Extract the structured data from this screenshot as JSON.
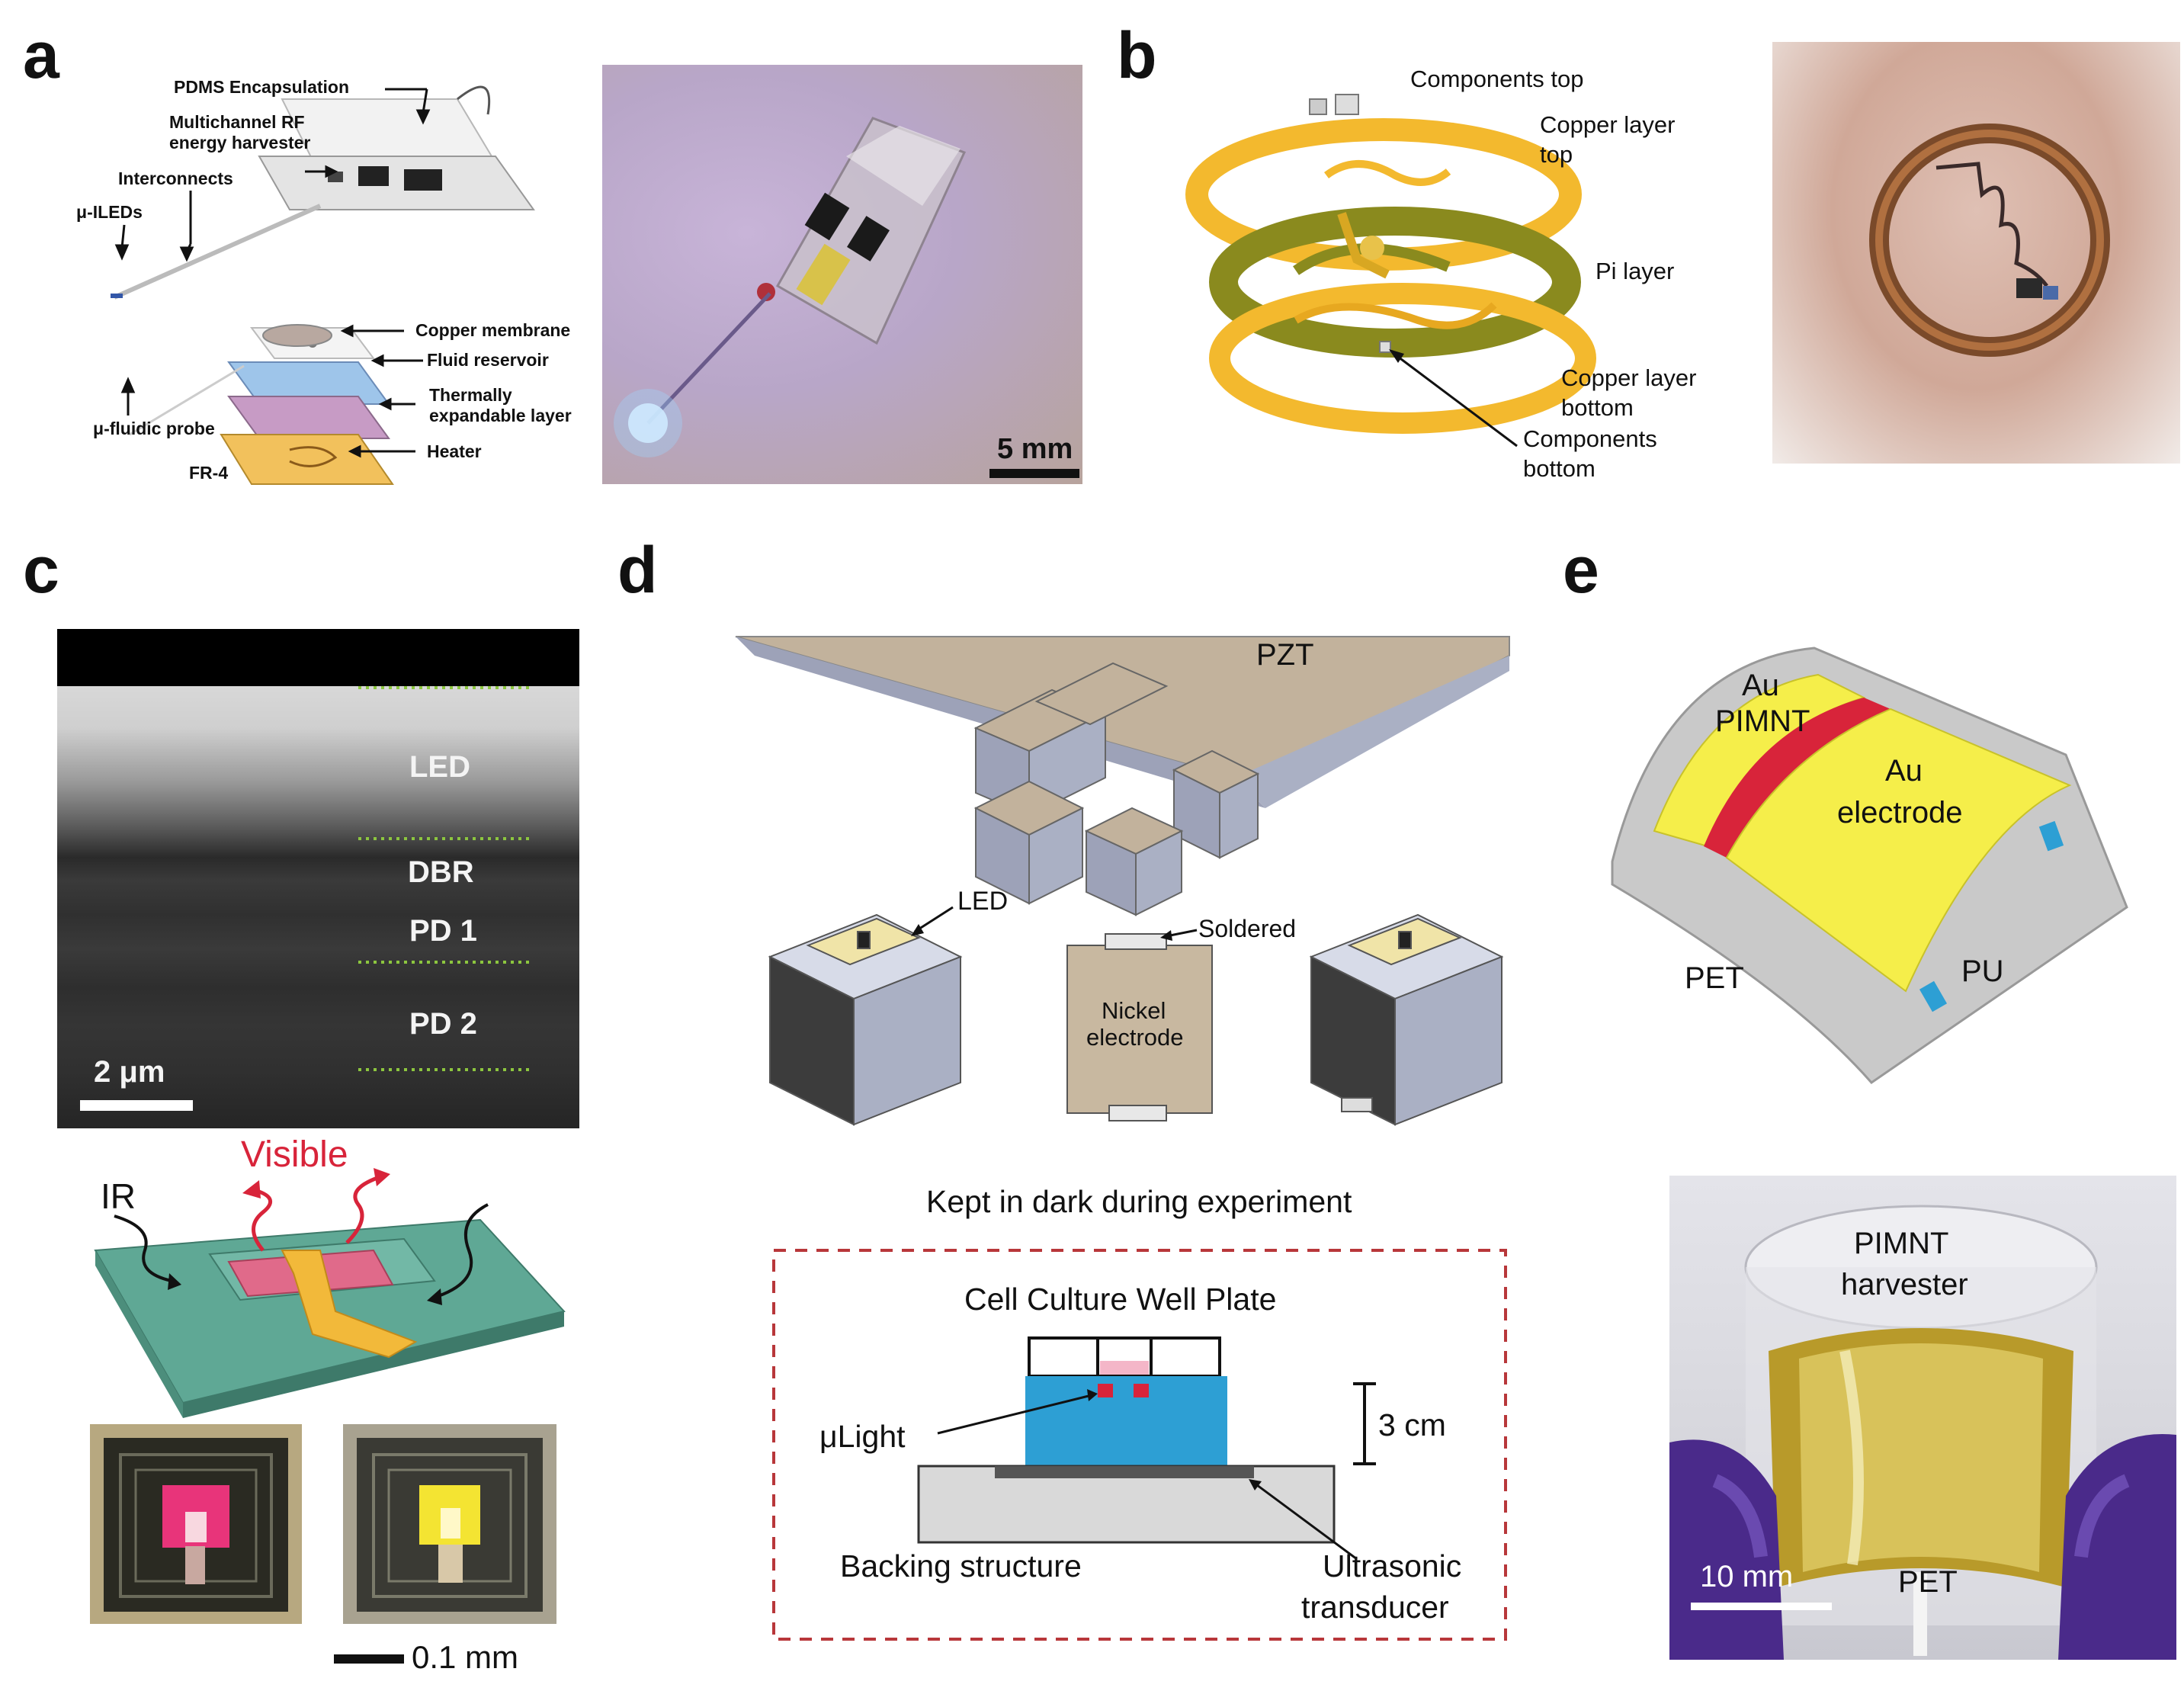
{
  "panels": {
    "a": {
      "label": "a",
      "labels": {
        "pdms": "PDMS Encapsulation",
        "harvester_1": "Multichannel RF",
        "harvester_2": "energy harvester",
        "interconnects": "Interconnects",
        "ileds": "μ-ILEDs",
        "copper": "Copper membrane",
        "fluid": "Fluid reservoir",
        "thermal_1": "Thermally",
        "thermal_2": "expandable layer",
        "probe": "μ-fluidic probe",
        "heater": "Heater",
        "fr4": "FR-4"
      },
      "photo_scale": "5 mm"
    },
    "b": {
      "label": "b",
      "labels": {
        "comp_top": "Components top",
        "cu_top_1": "Copper layer",
        "cu_top_2": "top",
        "pi": "Pi layer",
        "cu_bot_1": "Copper layer",
        "cu_bot_2": "bottom",
        "comp_bot_1": "Components",
        "comp_bot_2": "bottom"
      }
    },
    "c": {
      "label": "c",
      "sem_layers": [
        "LED",
        "DBR",
        "PD 1",
        "PD 2"
      ],
      "sem_scale": "2 μm",
      "visible": "Visible",
      "ir": "IR",
      "micro_scale": "0.1 mm"
    },
    "d": {
      "label": "d",
      "pzt": "PZT",
      "led": "LED",
      "soldered": "Soldered",
      "nickel_1": "Nickel",
      "nickel_2": "electrode",
      "dark": "Kept in dark during experiment",
      "well": "Cell Culture Well Plate",
      "scale": "3 cm",
      "ulight": "μLight",
      "backing": "Backing structure",
      "transducer_1": "Ultrasonic",
      "transducer_2": "transducer"
    },
    "e": {
      "label": "e",
      "au": "Au",
      "pimnt": "PIMNT",
      "au_el_1": "Au",
      "au_el_2": "electrode",
      "pet": "PET",
      "pu": "PU",
      "photo_h1": "PIMNT",
      "photo_h2": "harvester",
      "photo_scale": "10 mm",
      "photo_pet": "PET"
    }
  },
  "colors": {
    "gold": "#f3b92e",
    "olive": "#8a8a1e",
    "teal": "#5fa895",
    "pink": "#e06a8a",
    "blue": "#2d9fd4",
    "tan": "#c8b8a0",
    "yellow": "#f5ee4a",
    "red": "#d8243a",
    "dashed_red": "#b8373a"
  }
}
